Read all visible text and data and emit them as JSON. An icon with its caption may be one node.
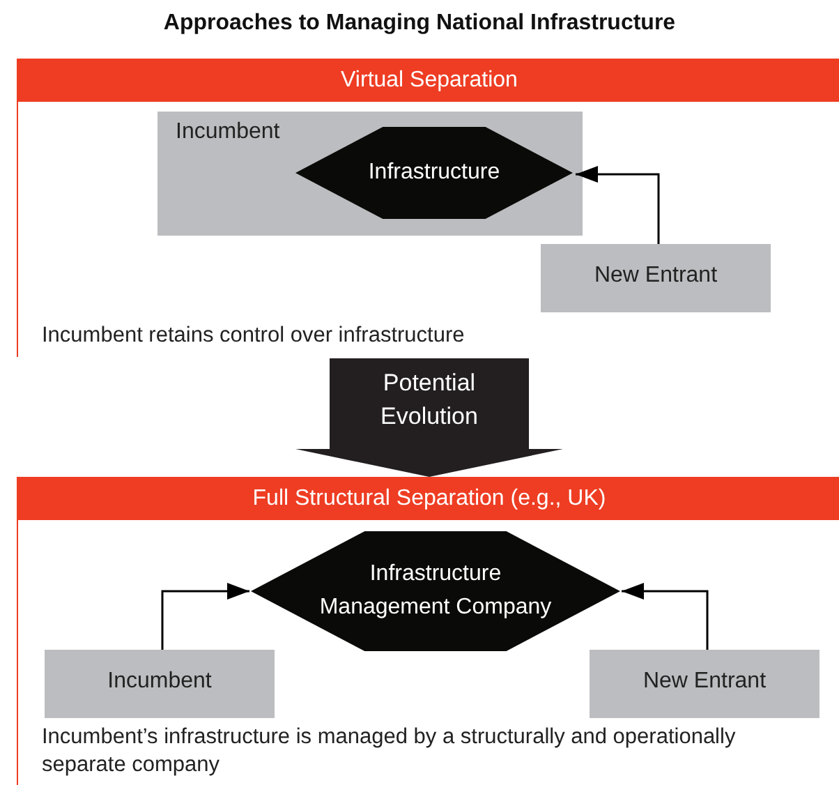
{
  "diagram": {
    "title": "Approaches to Managing National Infrastructure",
    "nodes": [
      {
        "text": [
          "Virtual Separation",
          "Incumbent retains control over infrastructure"
        ]
      },
      {
        "text": [
          "Incumbent"
        ],
        "in": 0
      },
      {
        "text": [
          "Infrastructure"
        ],
        "in": 1
      },
      {
        "text": [
          "New Entrant"
        ],
        "in": 0
      },
      {
        "text": [
          "Full Structural Separation (e.g., UK)",
          "Incumbent’s infrastructure is managed by a structurally and operationally separate company"
        ]
      },
      {
        "text": [
          "Infrastructure Management Company"
        ],
        "in": 4
      },
      {
        "text": [
          "Incumbent"
        ],
        "in": 4
      },
      {
        "text": [
          "New Entrant"
        ],
        "in": 4
      }
    ],
    "edges": [
      {
        "from": 3,
        "to": 2,
        "arrow": "to"
      },
      {
        "from": 0,
        "to": 4,
        "arrow": "to",
        "label": "Potential Evolution",
        "style": "thick"
      },
      {
        "from": 6,
        "to": 5,
        "arrow": "to"
      },
      {
        "from": 7,
        "to": 5,
        "arrow": "to"
      }
    ]
  }
}
